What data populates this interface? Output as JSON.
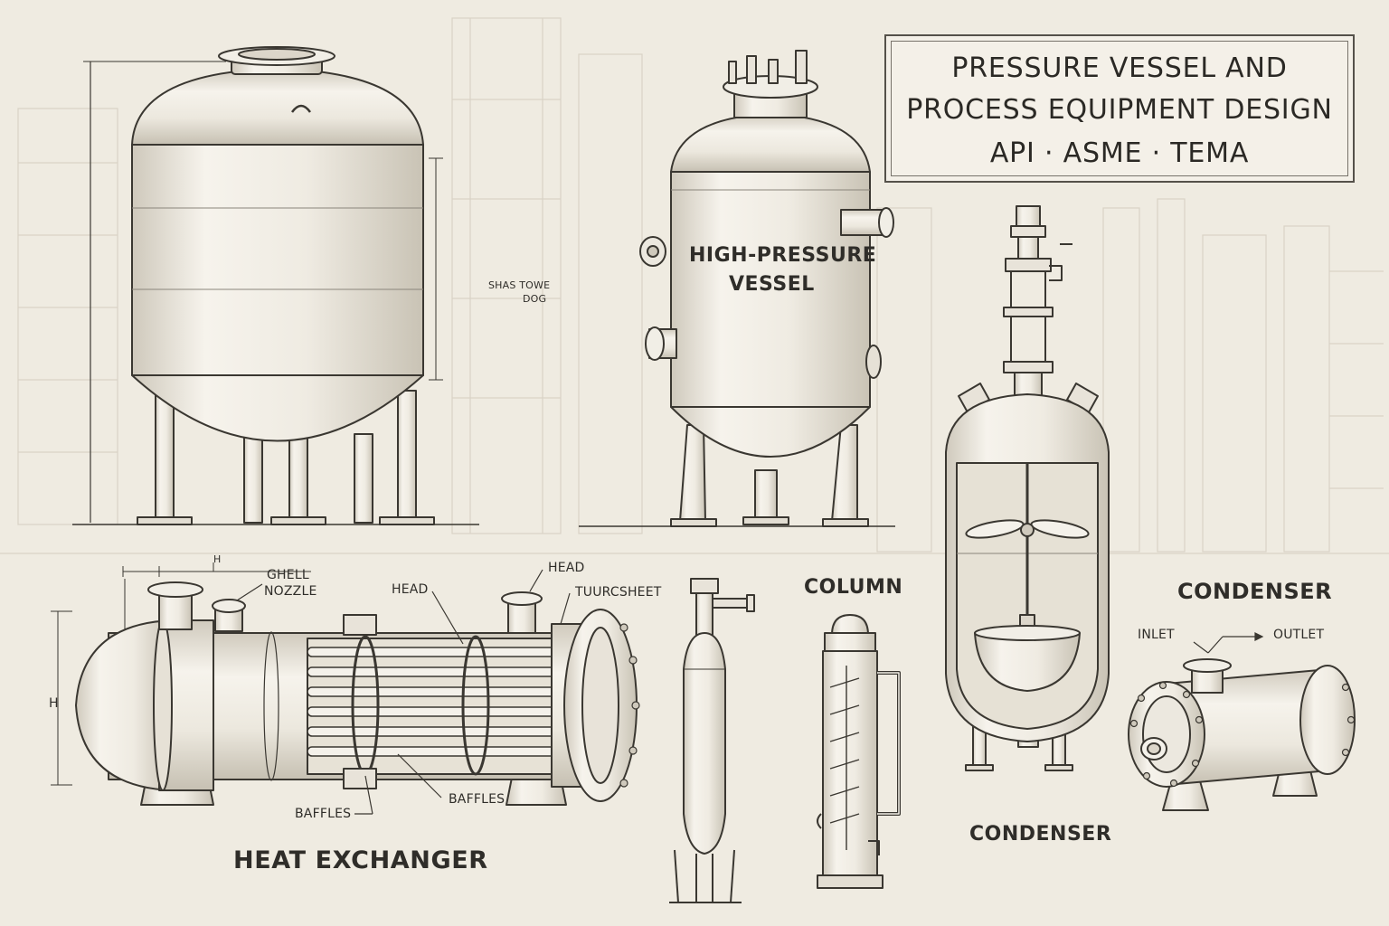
{
  "title": {
    "line1": "PRESSURE VESSEL AND",
    "line2": "PROCESS EQUIPMENT DESIGN",
    "line3": "API · ASME · TEMA"
  },
  "labels": {
    "high_pressure_vessel_1": "HIGH-PRESSURE",
    "high_pressure_vessel_2": "VESSEL",
    "shas_towe": "SHAS TOWE",
    "dog": "DOG",
    "ghell": "GHELL",
    "nozzle": "NOZZLE",
    "head_left": "HEAD",
    "head_right": "HEAD",
    "tuurcsheet": "TUURCSHEET",
    "baffles_left": "BAFFLES",
    "baffles_right": "BAFFLES",
    "dim_h_small": "H",
    "dim_h_left": "H",
    "heat_exchanger": "HEAT EXCHANGER",
    "column": "COLUMN",
    "condenser_top": "CONDENSER",
    "condenser_bottom": "CONDENSER",
    "inlet": "INLET",
    "outlet": "OUTLET"
  },
  "colors": {
    "paper": "#efebe1",
    "ink": "#3a3731",
    "fill": "#f3f0e8",
    "shade": "#d7d2c6",
    "background_sketch": "#d9d3c6"
  }
}
